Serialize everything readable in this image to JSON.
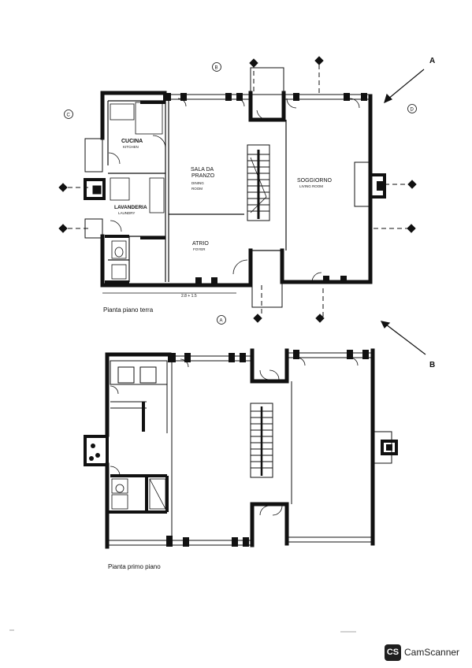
{
  "ground_floor": {
    "caption": "Pianta piano terra",
    "rooms": {
      "cucina": "CUCINA",
      "cucina_en": "KITCHEN",
      "lavanderia": "LAVANDERIA",
      "lavanderia_en": "LAUNDRY",
      "sala_line1": "SALA DA",
      "sala_line2": "PRANZO",
      "sala_en1": "DINING",
      "sala_en2": "ROOM",
      "soggiorno": "SOGGIORNO",
      "soggiorno_en": "LIVING ROOM",
      "atrio": "ATRIO",
      "atrio_en": "FOYER"
    },
    "section_marks": {
      "a_top": "A",
      "b_top": "B",
      "c": "C",
      "d": "D",
      "a_bottom": "A"
    },
    "dimension_note": "2.8 + 1.5"
  },
  "first_floor": {
    "caption": "Pianta primo piano"
  },
  "view_arrows": {
    "upper": "A",
    "lower": "B"
  },
  "scanner": {
    "badge": "CS",
    "name": "CamScanner"
  }
}
